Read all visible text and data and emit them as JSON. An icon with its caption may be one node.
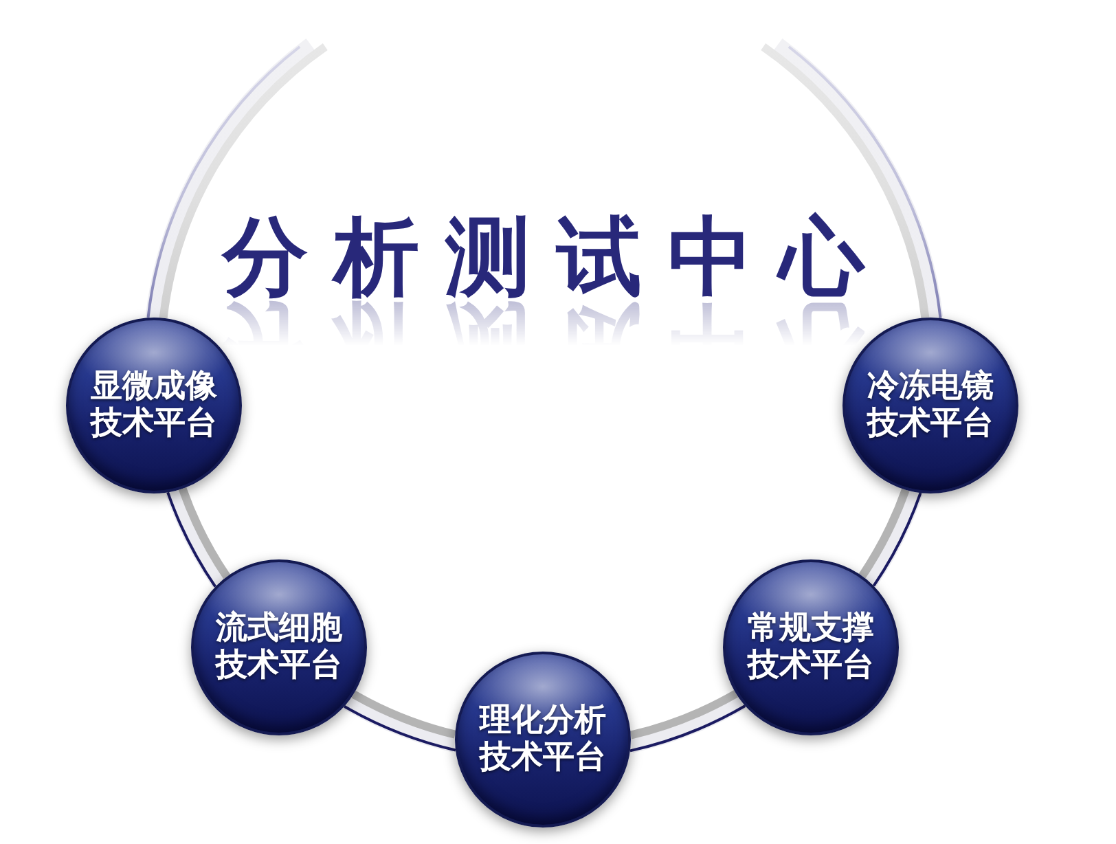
{
  "diagram": {
    "title": "分析测试中心",
    "nodes": [
      {
        "text": [
          "显微成像技术平台"
        ]
      },
      {
        "text": [
          "冷冻电镜技术平台"
        ]
      },
      {
        "text": [
          "流式细胞技术平台"
        ]
      },
      {
        "text": [
          "常规支撑技术平台"
        ]
      },
      {
        "text": [
          "理化分析技术平台"
        ]
      }
    ],
    "edges": [
      {
        "from": 0,
        "to": null,
        "arrow": "none"
      },
      {
        "from": 0,
        "to": 2,
        "arrow": "none"
      },
      {
        "from": 2,
        "to": 4,
        "arrow": "none"
      },
      {
        "from": 4,
        "to": 3,
        "arrow": "none"
      },
      {
        "from": 3,
        "to": 1,
        "arrow": "none"
      },
      {
        "from": 1,
        "to": null,
        "arrow": "none"
      }
    ]
  }
}
